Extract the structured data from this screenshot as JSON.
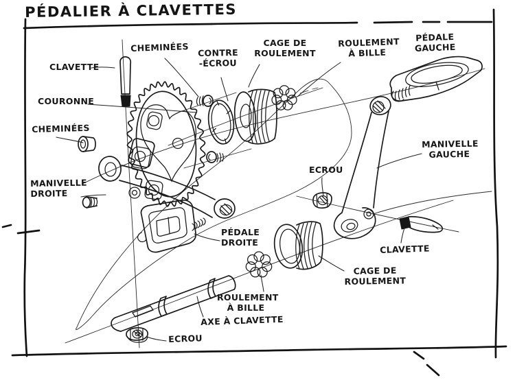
{
  "title": "PÉDALIER À CLAVETTES",
  "ink_color": "#1a1a1a",
  "paper_color": "#ffffff",
  "labels": {
    "clavette_top_left": "CLAVETTE",
    "couronne": "COURONNE",
    "cheminees_left": "CHEMINÉES",
    "cheminees_top": "CHEMINÉES",
    "contre_ecrou": "CONTRE\n-ÉCROU",
    "cage_roulement_top": "CAGE DE\nROULEMENT",
    "roulement_bille_top": "ROULEMENT\nÀ BILLE",
    "pedale_gauche": "PÉDALE\nGAUCHE",
    "manivelle_gauche": "MANIVELLE\nGAUCHE",
    "ecrou_right": "ECROU",
    "clavette_right": "CLAVETTE",
    "manivelle_droite": "MANIVELLE\nDROITE",
    "pedale_droite": "PÉDALE\nDROITE",
    "cage_roulement_bottom": "CAGE DE\nROULEMENT",
    "roulement_bille_bottom": "ROULEMENT\nÀ BILLE",
    "axe_clavette": "AXE À CLAVETTE",
    "ecrou_bottom": "ECROU"
  }
}
